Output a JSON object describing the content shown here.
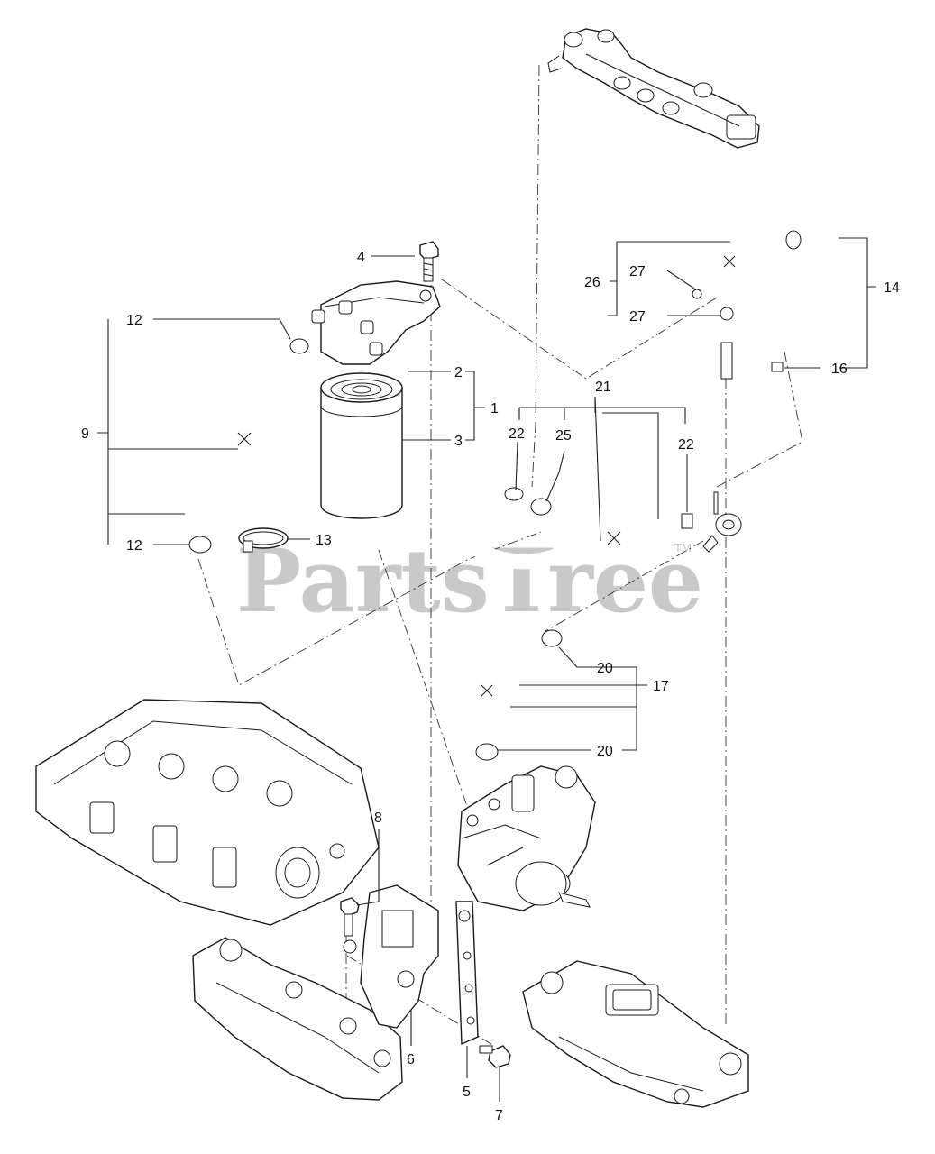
{
  "watermark": {
    "text": "PartsTree",
    "trademark": "TM"
  },
  "callouts": [
    {
      "id": "c1",
      "label": "1"
    },
    {
      "id": "c2",
      "label": "2"
    },
    {
      "id": "c3",
      "label": "3"
    },
    {
      "id": "c4",
      "label": "4"
    },
    {
      "id": "c5",
      "label": "5"
    },
    {
      "id": "c6",
      "label": "6"
    },
    {
      "id": "c7",
      "label": "7"
    },
    {
      "id": "c8",
      "label": "8"
    },
    {
      "id": "c9",
      "label": "9"
    },
    {
      "id": "c12a",
      "label": "12"
    },
    {
      "id": "c12b",
      "label": "12"
    },
    {
      "id": "c13",
      "label": "13"
    },
    {
      "id": "c14",
      "label": "14"
    },
    {
      "id": "c16",
      "label": "16"
    },
    {
      "id": "c17",
      "label": "17"
    },
    {
      "id": "c20a",
      "label": "20"
    },
    {
      "id": "c20b",
      "label": "20"
    },
    {
      "id": "c21",
      "label": "21"
    },
    {
      "id": "c22a",
      "label": "22"
    },
    {
      "id": "c22b",
      "label": "22"
    },
    {
      "id": "c25",
      "label": "25"
    },
    {
      "id": "c26",
      "label": "26"
    },
    {
      "id": "c27a",
      "label": "27"
    },
    {
      "id": "c27b",
      "label": "27"
    }
  ]
}
